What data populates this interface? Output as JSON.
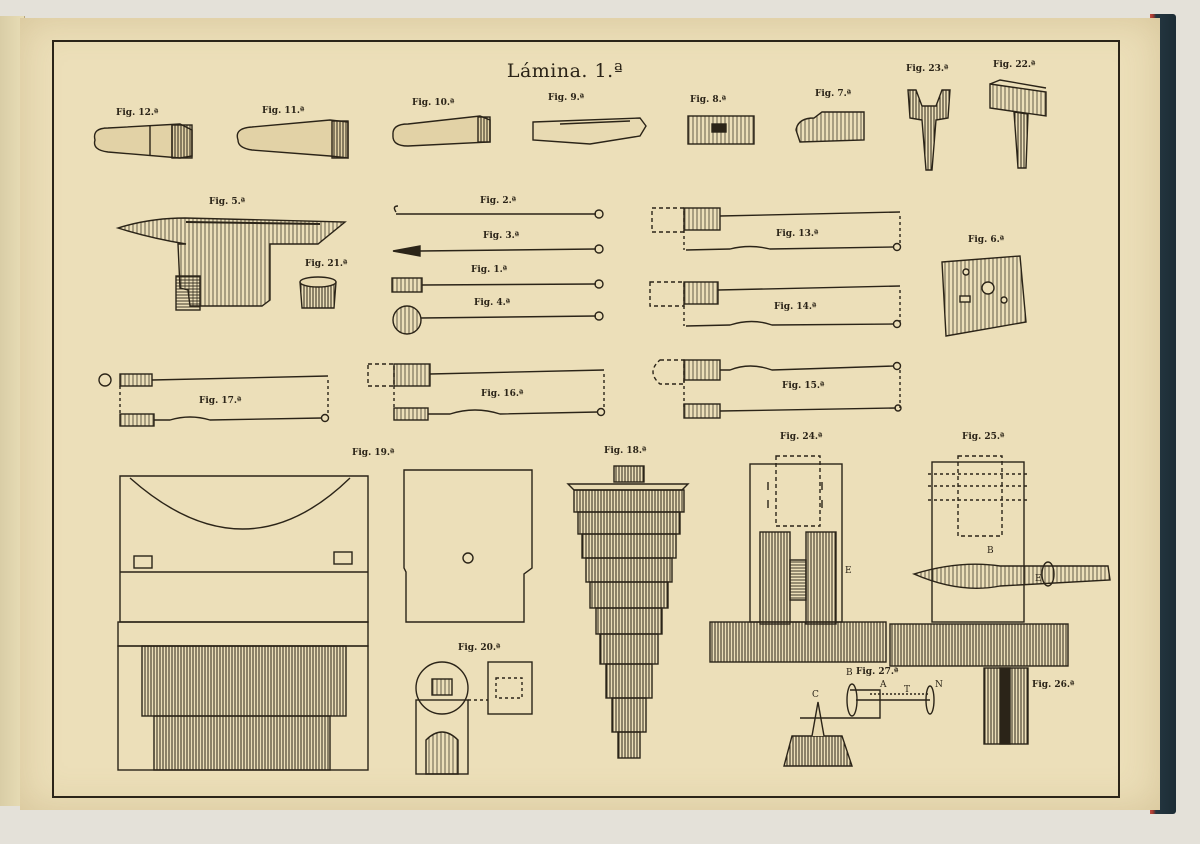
{
  "plate_title": "Lámina. 1.ª",
  "figures": {
    "f12": "Fig. 12.ª",
    "f11": "Fig. 11.ª",
    "f10": "Fig. 10.ª",
    "f9": "Fig. 9.ª",
    "f8": "Fig. 8.ª",
    "f7": "Fig. 7.ª",
    "f23": "Fig. 23.ª",
    "f22": "Fig. 22.ª",
    "f5": "Fig. 5.ª",
    "f21": "Fig. 21.ª",
    "f2": "Fig. 2.ª",
    "f3": "Fig. 3.ª",
    "f1": "Fig. 1.ª",
    "f4": "Fig. 4.ª",
    "f13": "Fig. 13.ª",
    "f14": "Fig. 14.ª",
    "f6": "Fig. 6.ª",
    "f17": "Fig. 17.ª",
    "f16": "Fig. 16.ª",
    "f15": "Fig. 15.ª",
    "f19": "Fig. 19.ª",
    "f18": "Fig. 18.ª",
    "f24": "Fig. 24.ª",
    "f25": "Fig. 25.ª",
    "f20": "Fig. 20.ª",
    "f27": "Fig. 27.ª",
    "f26": "Fig. 26.ª"
  },
  "part_letters": {
    "e24": "E",
    "e25": "E",
    "b25": "B",
    "b27": "B",
    "c27": "C",
    "a27": "A",
    "t27": "T",
    "n27": "N"
  }
}
